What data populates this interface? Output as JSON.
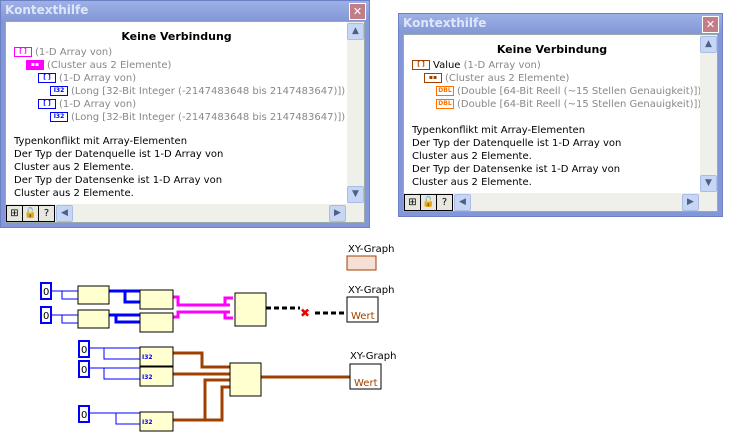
{
  "window1": {
    "title": "Kontexthilfe",
    "close": "✕",
    "heading": "Keine Verbindung",
    "tree": [
      {
        "text": "(1-D Array von)",
        "icon": "array-icon"
      },
      {
        "text": "(Cluster aus 2 Elemente)",
        "icon": "cluster-icon"
      },
      {
        "text": "(1-D Array von)",
        "icon": "array-icon"
      },
      {
        "text": "(Long [32-Bit Integer (-2147483648 bis 2147483647)])",
        "icon": "i32-icon",
        "tag": "I32"
      },
      {
        "text": "(1-D Array von)",
        "icon": "array-icon"
      },
      {
        "text": "(Long [32-Bit Integer (-2147483648 bis 2147483647)])",
        "icon": "i32-icon",
        "tag": "I32"
      }
    ],
    "message": [
      "Typenkonflikt mit Array-Elementen",
      "Der Typ der Datenquelle ist 1-D Array von",
      "Cluster aus 2 Elemente.",
      "Der Typ der Datensenke ist 1-D Array von",
      "Cluster aus 2 Elemente."
    ]
  },
  "window2": {
    "title": "Kontexthilfe",
    "close": "✕",
    "heading": "Keine Verbindung",
    "value_label": "Value",
    "tree": [
      {
        "text": "(1-D Array von)",
        "icon": "array-icon"
      },
      {
        "text": "(Cluster aus 2 Elemente)",
        "icon": "cluster-icon"
      },
      {
        "text": "(Double [64-Bit Reell (~15 Stellen Genauigkeit)])",
        "icon": "dbl-icon",
        "tag": "DBL"
      },
      {
        "text": "(Double [64-Bit Reell (~15 Stellen Genauigkeit)])",
        "icon": "dbl-icon",
        "tag": "DBL"
      }
    ],
    "message": [
      "Typenkonflikt mit Array-Elementen",
      "Der Typ der Datenquelle ist 1-D Array von",
      "Cluster aus 2 Elemente.",
      "Der Typ der Datensenke ist 1-D Array von",
      "Cluster aus 2 Elemente."
    ]
  },
  "diagram": {
    "graph_label": "XY-Graph",
    "wert": "Wert",
    "const": "0",
    "i32": "I32"
  },
  "colors": {
    "int": "#0000ff",
    "cluster_pink": "#ff00ff",
    "cluster_brown": "#a04000",
    "node": "#ffffd0"
  }
}
